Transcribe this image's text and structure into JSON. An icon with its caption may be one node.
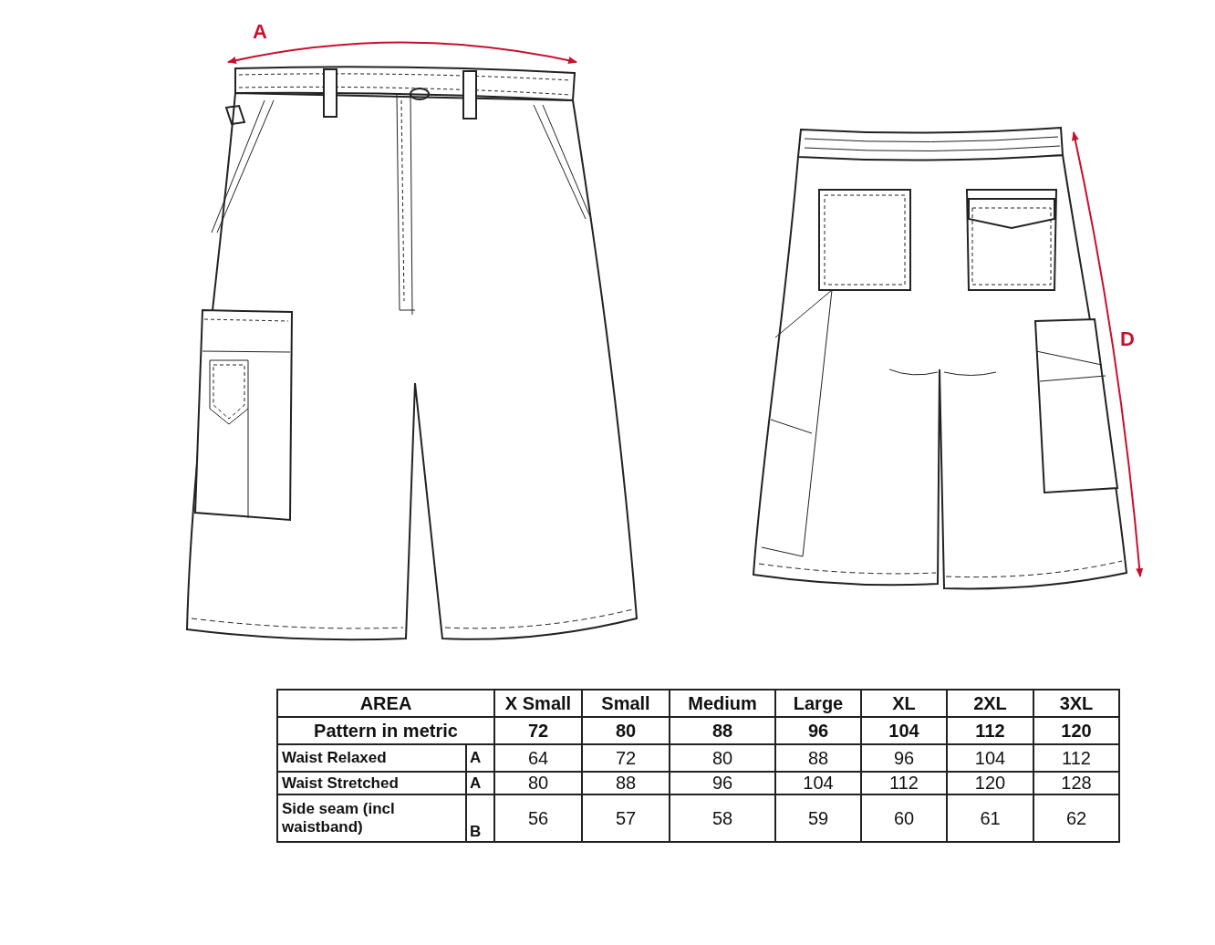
{
  "diagram": {
    "labels": [
      "A",
      "D",
      "AREA",
      "X Small",
      "Small",
      "Medium",
      "Large",
      "XL",
      "2XL",
      "3XL",
      "Pattern in metric",
      "72",
      "80",
      "88",
      "96",
      "104",
      "112",
      "120",
      "Waist Relaxed",
      "A",
      "64",
      "72",
      "80",
      "88",
      "96",
      "104",
      "112",
      "Waist Stretched",
      "A",
      "80",
      "88",
      "96",
      "104",
      "112",
      "120",
      "128",
      "Side seam (incl waistband)",
      "B",
      "56",
      "57",
      "58",
      "59",
      "60",
      "61",
      "62"
    ]
  }
}
